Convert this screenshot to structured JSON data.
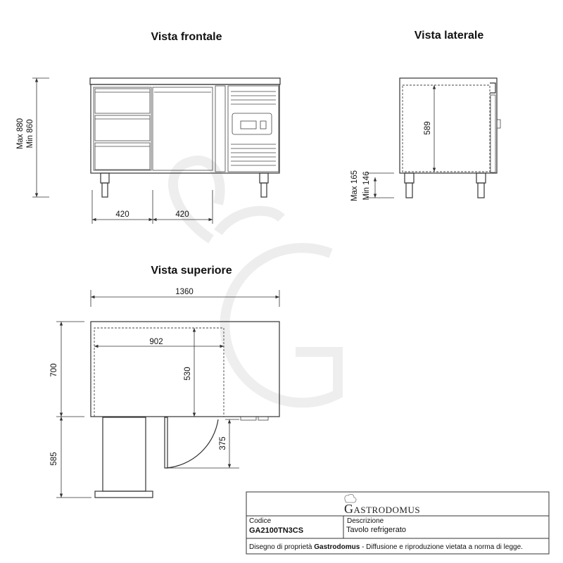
{
  "views": {
    "front_title": "Vista frontale",
    "side_title": "Vista laterale",
    "top_title": "Vista superiore"
  },
  "dimensions": {
    "front_height_max": "Max 880",
    "front_height_min": "Min 860",
    "front_drawer_width": "420",
    "front_door_width": "420",
    "side_inner_height": "589",
    "side_leg_max": "Max 165",
    "side_leg_min": "Min 146",
    "top_total_width": "1360",
    "top_inner_width": "902",
    "top_depth": "700",
    "top_inner_depth": "530",
    "top_drawer_projection": "585",
    "top_door_swing": "375"
  },
  "title_block": {
    "brand_initial": "G",
    "brand_rest": "ASTRODOMUS",
    "code_label": "Codice",
    "code_value": "GA2100TN3CS",
    "description_label": "Descrizione",
    "description_value": "Tavolo refrigerato",
    "footer_prefix": "Disegno di proprietà ",
    "footer_brand": "Gastrodomus",
    "footer_suffix": " - Diffusione e riproduzione vietata a norma di legge."
  }
}
